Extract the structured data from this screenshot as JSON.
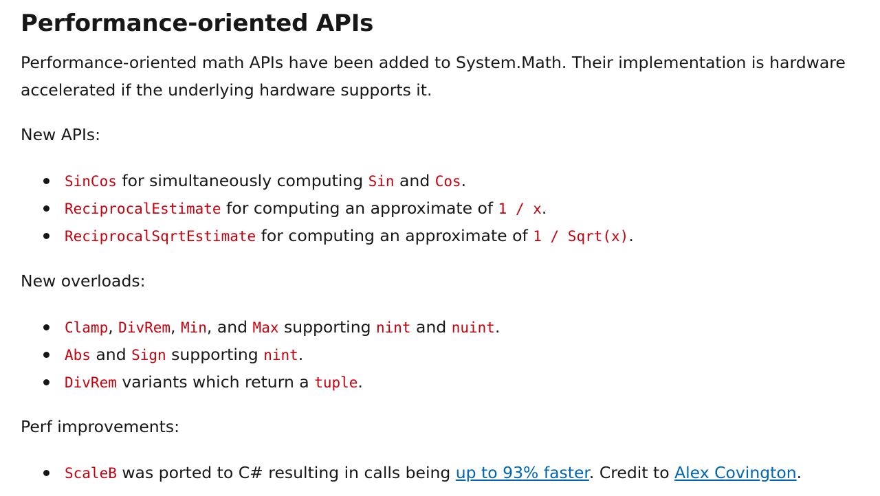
{
  "heading": "Performance-oriented APIs",
  "intro": "Performance-oriented math APIs have been added to System.Math. Their implementation is hardware accelerated if the underlying hardware supports it.",
  "new_apis": {
    "label": "New APIs:",
    "items": [
      {
        "c1": "SinCos",
        "t1": " for simultaneously computing ",
        "c2": "Sin",
        "t2": " and ",
        "c3": "Cos",
        "t3": "."
      },
      {
        "c1": "ReciprocalEstimate",
        "t1": " for computing an approximate of ",
        "c2": "1 / x",
        "t2": "."
      },
      {
        "c1": "ReciprocalSqrtEstimate",
        "t1": " for computing an approximate of ",
        "c2": "1 / Sqrt(x)",
        "t2": "."
      }
    ]
  },
  "new_overloads": {
    "label": "New overloads:",
    "items": [
      {
        "c1": "Clamp",
        "t1": ", ",
        "c2": "DivRem",
        "t2": ", ",
        "c3": "Min",
        "t3": ", and ",
        "c4": "Max",
        "t4": " supporting ",
        "c5": "nint",
        "t5": " and ",
        "c6": "nuint",
        "t6": "."
      },
      {
        "c1": "Abs",
        "t1": " and ",
        "c2": "Sign",
        "t2": " supporting ",
        "c3": "nint",
        "t3": "."
      },
      {
        "c1": "DivRem",
        "t1": " variants which return a ",
        "c2": "tuple",
        "t2": "."
      }
    ]
  },
  "perf_improvements": {
    "label": "Perf improvements:",
    "items": [
      {
        "c1": "ScaleB",
        "t1": " was ported to C# resulting in calls being ",
        "link1": "up to 93% faster",
        "t2": ". Credit to ",
        "link2": "Alex Covington",
        "t3": "."
      }
    ]
  },
  "colors": {
    "code": "#c7000c",
    "link": "#0065b3",
    "text": "#171717"
  }
}
